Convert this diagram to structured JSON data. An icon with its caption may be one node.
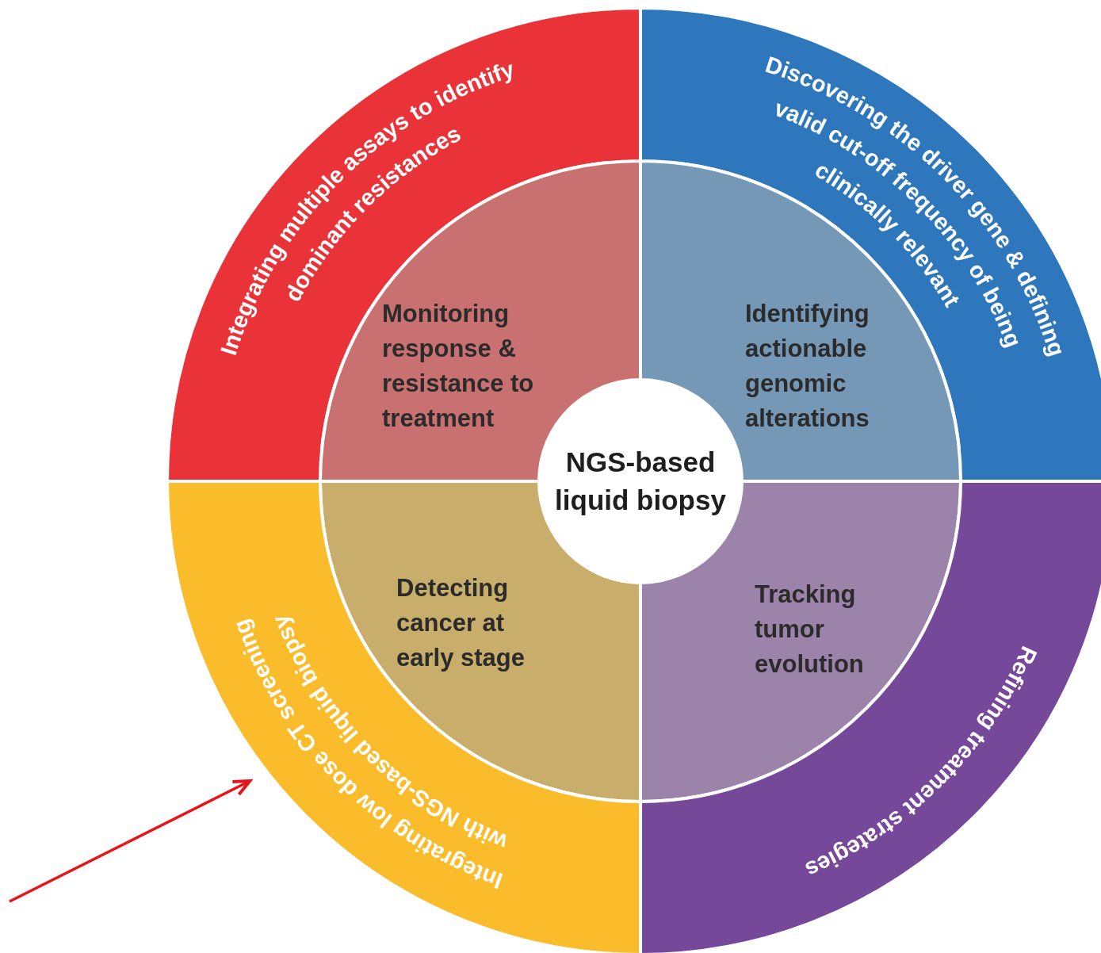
{
  "diagram": {
    "nodes": [
      {
        "text": [
          "Integrating multiple assays to identify dominant resistances"
        ]
      },
      {
        "text": [
          "Discovering the driver gene & defining valid cut-off frequency of being clinically relevant"
        ]
      },
      {
        "text": [
          "Monitoring response & resistance to treatment"
        ]
      },
      {
        "text": [
          "Identifying actionable genomic alterations"
        ]
      },
      {
        "text": [
          "NGS-based liquid biopsy"
        ]
      },
      {
        "text": [
          "Detecting cancer at early stage"
        ]
      },
      {
        "text": [
          "Tracking tumor evolution"
        ]
      },
      {
        "text": [
          "Integrating low dose CT screening with NGS-based liquid biopsy"
        ]
      },
      {
        "text": [
          "Refining treatment strategies"
        ]
      }
    ],
    "edges": [
      {
        "from": null,
        "to": 7,
        "arrow": "to",
        "color": "#e8141c"
      }
    ]
  }
}
